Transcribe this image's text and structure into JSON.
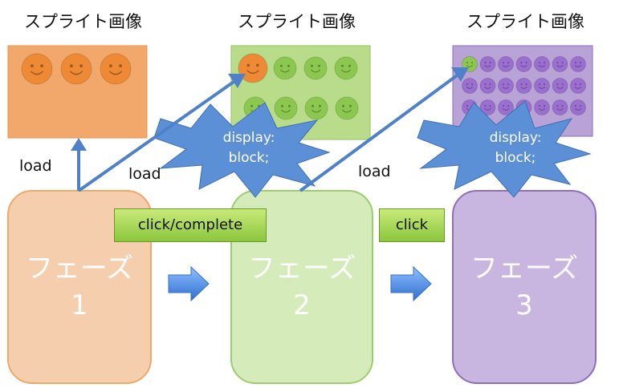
{
  "sprites": [
    {
      "title": "スプライト画像",
      "color": "#f2a86a",
      "face_color": "#ee8a35",
      "rows": 1,
      "cols": 3
    },
    {
      "title": "スプライト画像",
      "color": "#b8dc8a",
      "face_color": "#8cc850",
      "rows": 2,
      "cols": 5,
      "highlight": "#ee8a35"
    },
    {
      "title": "スプライト画像",
      "color": "#b9a3d6",
      "face_color": "#9a6fd0",
      "rows": 3,
      "cols": 7,
      "highlight": "#8cc850"
    }
  ],
  "phases": [
    {
      "title": "フェーズ",
      "number": "1",
      "color": "#f5cfad",
      "border": "#f0a868"
    },
    {
      "title": "フェーズ",
      "number": "2",
      "color": "#d6ebba",
      "border": "#9ccd6e"
    },
    {
      "title": "フェーズ",
      "number": "3",
      "color": "#c8b5e0",
      "border": "#8d6fbb"
    }
  ],
  "labels": {
    "load_1": "load",
    "load_2": "load",
    "load_3": "load"
  },
  "triggers": {
    "click_complete": "click/complete",
    "click": "click"
  },
  "bursts": [
    {
      "line1": "display:",
      "line2": "block;"
    },
    {
      "line1": "display:",
      "line2": "block;"
    }
  ],
  "colors": {
    "arrow_blue": "#4f81c8",
    "burst_blue": "#5b8fd6"
  }
}
